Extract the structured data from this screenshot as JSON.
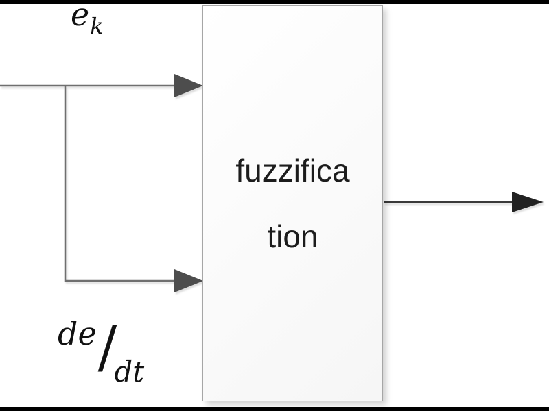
{
  "block": {
    "label_line1": "fuzzifica",
    "label_line2": "tion"
  },
  "labels": {
    "input1_base": "e",
    "input1_sub": "k",
    "input2_num": "de",
    "input2_slash": "/",
    "input2_den": "dt"
  },
  "colors": {
    "wire_gray": "#6f6f6f",
    "wire_dark": "#3a3a3a",
    "arrowhead_gray": "#4d4d4d",
    "arrowhead_black": "#222222",
    "block_border": "#a6a6a6",
    "block_fill": "#f9f9f9",
    "text": "#1c1c1c",
    "edge_bar": "#000000"
  }
}
